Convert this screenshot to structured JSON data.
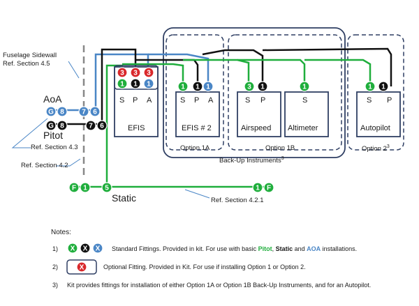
{
  "sidewall": {
    "line1": "Fuselage Sidewall",
    "line2": "Ref. Section 4.5"
  },
  "aoa_label": "AoA",
  "pitot_label": "Pitot",
  "static_label": "Static",
  "refs": {
    "r43": "Ref. Section 4.3",
    "r42": "Ref. Section 4.2",
    "r421": "Ref. Section 4.2.1"
  },
  "instruments": {
    "efis": {
      "name": "EFIS",
      "ports": [
        "S",
        "P",
        "A"
      ]
    },
    "efis2": {
      "name": "EFIS # 2",
      "ports": [
        "S",
        "P",
        "A"
      ]
    },
    "airspeed": {
      "name": "Airspeed",
      "ports": [
        "S",
        "P"
      ]
    },
    "altimeter": {
      "name": "Altimeter",
      "ports": [
        "S"
      ]
    },
    "autopilot": {
      "name": "Autopilot",
      "ports": [
        "S",
        "P"
      ]
    }
  },
  "options": {
    "o1a": "Option 1A",
    "o1b": "Option 1B",
    "o2": "Option 2",
    "o2_sup": "3"
  },
  "backup": {
    "text": "Back-Up Instruments",
    "sup": "3"
  },
  "fitting_numbers": {
    "aoa_left": [
      "G",
      "8"
    ],
    "aoa_right": [
      "7",
      "6"
    ],
    "pitot_left": [
      "G",
      "8"
    ],
    "pitot_right": [
      "7",
      "6"
    ],
    "static_left": [
      "F",
      "1"
    ],
    "static_tee": "5",
    "static_right": [
      "1",
      "F"
    ],
    "efis_top": [
      "3",
      "3",
      "3"
    ],
    "efis_bottom": [
      "1",
      "1",
      "1"
    ],
    "efis2": [
      "1",
      "1",
      "1"
    ],
    "airspeed": [
      "3",
      "1"
    ],
    "altimeter": [
      "1"
    ],
    "autopilot": [
      "1",
      "1"
    ]
  },
  "notes": {
    "title": "Notes:",
    "n1_num": "1)",
    "n1_badges": [
      "X",
      "X",
      "X"
    ],
    "n1_pre": "Standard Fittings.  Provided in kit.  For use with basic ",
    "n1_pitot": "Pitot",
    "n1_comma": ", ",
    "n1_static": "Static",
    "n1_and": " and ",
    "n1_aoa": "AOA",
    "n1_post": " installations.",
    "n2_num": "2)",
    "n2_badge": "X",
    "n2_text": "Optional Fitting.  Provided in Kit.  For use if installing Option 1 or Option 2.",
    "n3_num": "3)",
    "n3_text": "Kit provides fittings for installation of either Option 1A or Option 1B Back-Up Instruments, and for an Autopilot."
  },
  "colors": {
    "green": "#1fae3c",
    "black": "#111111",
    "blue": "#4a86c6",
    "red": "#d9282b",
    "frame": "#2f3f63"
  }
}
